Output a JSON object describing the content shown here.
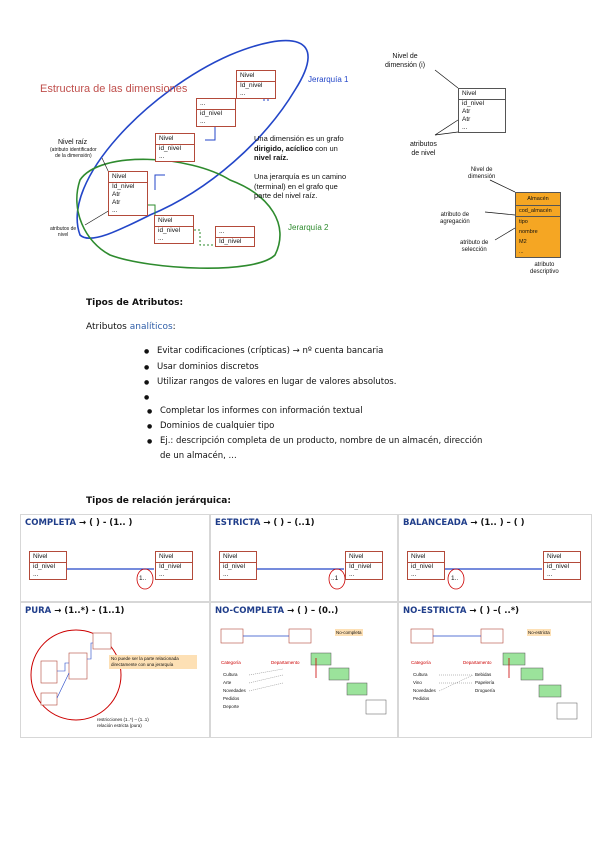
{
  "diagram_top": {
    "title": "Estructura de las dimensiones",
    "jerarquia1": "Jerarquía 1",
    "jerarquia2": "Jerarquía 2",
    "nivel_raiz": "Nivel raíz",
    "nivel_raiz_sub1": "(atributo identificador",
    "nivel_raiz_sub2": "de la dimensión)",
    "atributos_nivel1": "atributos de",
    "atributos_nivel2": "nivel",
    "text1_a": "Una dimensión es un grafo",
    "text1_b": "dirigido, acíclico",
    "text1_c": " con un",
    "text1_d": "nivel raíz.",
    "text2_a": "Una jerarquía es un camino",
    "text2_b": "(terminal) en el grafo que",
    "text2_c": "parte del nivel raíz.",
    "boxes": {
      "b1_h": "Nivel",
      "b1_r1": "Id_nivel",
      "b1_r2": "Atr",
      "b1_r3": "Atr",
      "b1_r4": "...",
      "b2_h": "Nivel",
      "b2_r1": "id_nivel",
      "b2_r2": "...",
      "b3_h": "...",
      "b3_r1": "id_nivel",
      "b3_r2": "...",
      "b4_h": "Nivel",
      "b4_r1": "Id_nivel",
      "b4_r2": "...",
      "b5_h": "Nivel",
      "b5_r1": "id_nivel",
      "b5_r2": "...",
      "b6_h": "...",
      "b6_r1": "Id_nivel"
    }
  },
  "diagram_right": {
    "nivel_dim_label1": "Nivel de",
    "nivel_dim_label2": "dimensión (i)",
    "box_h": "Nivel",
    "box_r1": "id_nivel",
    "box_r2": "Atr",
    "box_r3": "Atr",
    "box_r4": "...",
    "atributos_label1": "atributos",
    "atributos_label2": "de nivel",
    "nivel_dim2_1": "Nivel de",
    "nivel_dim2_2": "dimensión",
    "almacen_h": "Almacén",
    "almacen_r1": "cod_almacén",
    "almacen_r2": "tipo",
    "almacen_r3": "nombre",
    "almacen_r4": "M2",
    "almacen_r5": "...",
    "agregacion1": "atributo de",
    "agregacion2": "agregación",
    "seleccion1": "atributo de",
    "seleccion2": "selección",
    "descriptivo1": "atributo",
    "descriptivo2": "descriptivo"
  },
  "attrs": {
    "heading": "Tipos de Atributos:",
    "sub_prefix": "Atributos ",
    "sub_highlight": "analíticos",
    "sub_suffix": ":",
    "bullets": [
      "Evitar codificaciones (crípticas) → nº cuenta bancaria",
      "Usar dominios discretos",
      "Utilizar rangos de valores en lugar de valores absolutos.",
      "",
      "Completar los informes con información textual",
      "Dominios de cualquier tipo",
      "Ej.: descripción completa de un producto, nombre de un almacén, dirección",
      "de un almacén, ..."
    ]
  },
  "relations": {
    "heading": "Tipos de relación jerárquica:",
    "panels": [
      {
        "name": "COMPLETA",
        "rule": " → ( ) - (1.. )",
        "left_h": "Nivel",
        "left_r1": "id_nivel",
        "left_r2": "...",
        "right_h": "Nivel",
        "right_r1": "Id_nivel",
        "right_r2": "...",
        "mult": "1.."
      },
      {
        "name": "ESTRICTA",
        "rule": " → ( ) – (..1)",
        "left_h": "Nivel",
        "left_r1": "id_nivel",
        "left_r2": "...",
        "right_h": "Nivel",
        "right_r1": "Id_nivel",
        "right_r2": "...",
        "mult": "..1"
      },
      {
        "name": "BALANCEADA",
        "rule": " → (1.. ) – ( )",
        "left_h": "Nivel",
        "left_r1": "id_nivel",
        "left_r2": "...",
        "right_h": "Nivel",
        "right_r1": "id_nivel",
        "right_r2": "...",
        "mult": "1.."
      },
      {
        "name": "PURA",
        "rule": " → (1..*) - (1..1)",
        "note1": "No puede ser la parte relacionada",
        "note2": "directamente con una jerarquía",
        "note3": "restricciones (1..*) – (1..1)",
        "note4": "relación estricta (pura)"
      },
      {
        "name": "NO-COMPLETA",
        "rule": " → ( ) – (0..)",
        "label1": "Categoría",
        "label2": "Departamento",
        "label3": "No-completa",
        "items": [
          "Cultura",
          "Arte",
          "Novedades",
          "Pedidos",
          "Deporte"
        ]
      },
      {
        "name": "NO-ESTRICTA",
        "rule": " → ( ) –( ..*)",
        "label1": "Categoría",
        "label2": "Departamento",
        "label3": "No-estricta",
        "items": [
          "Cultura",
          "Vino",
          "Novedades",
          "Pedidos"
        ],
        "items2": [
          "Bebidas",
          "Papelería",
          "Droguería"
        ]
      }
    ]
  }
}
